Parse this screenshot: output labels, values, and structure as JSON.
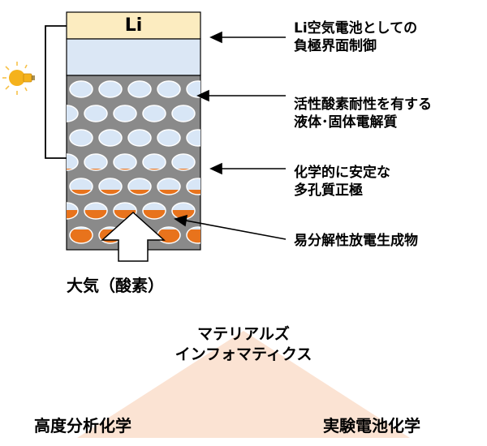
{
  "cell": {
    "electrode_label": "Li",
    "atmosphere_label": "大気（酸素）"
  },
  "annotations": {
    "interface_control": [
      "Li空気電池としての",
      "負極界面制御"
    ],
    "electrolyte": [
      "活性酸素耐性を有する",
      "液体･固体電解質"
    ],
    "cathode": [
      "化学的に安定な",
      "多孔質正極"
    ],
    "product": "易分解性放電生成物"
  },
  "bottom": {
    "materials_informatics": [
      "マテリアルズ",
      "インフォマティクス"
    ],
    "analytical_chemistry": "高度分析化学",
    "battery_chemistry": "実験電池化学"
  },
  "colors": {
    "lithium": "#fcecc0",
    "electrolyte": "#dbe7f5",
    "cathode": "#8a8a8a",
    "pore": "#d8e6f6",
    "product": "#e8731c",
    "triangle": "#fbe3d3",
    "bulb": "#f5b21c"
  },
  "icons": {
    "bulb": "light-bulb-icon",
    "air_arrow": "up-arrow-icon"
  }
}
